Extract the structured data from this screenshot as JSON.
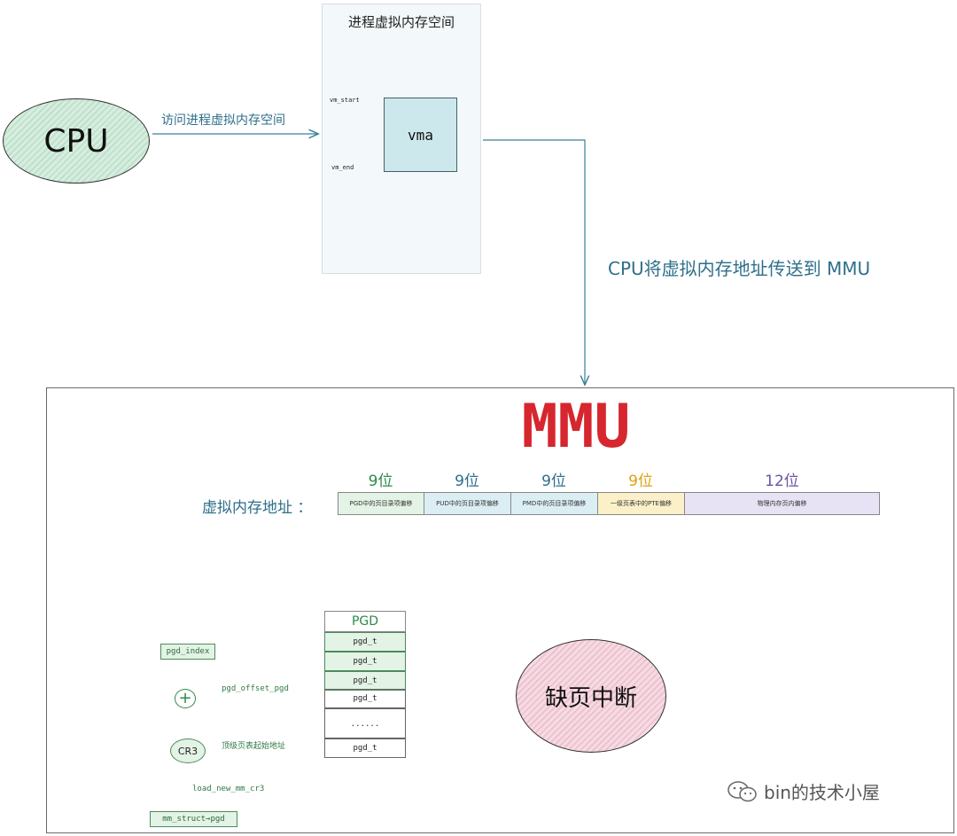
{
  "cpu": {
    "label": "CPU"
  },
  "access_label": "访问进程虚拟内存空间",
  "virtual_space": {
    "title": "进程虚拟内存空间",
    "vm_start": "vm_start",
    "vm_end": "vm_end",
    "vma": "vma"
  },
  "send_label": "CPU将虚拟内存地址传送到 MMU",
  "mmu": {
    "title": "MMU",
    "vaddr_label": "虚拟内存地址 ：",
    "segments": [
      {
        "bits": "9位",
        "text": "PGD中的页目录项偏移",
        "bits_color": "#2a8a4a",
        "bg": "#e3f3e6"
      },
      {
        "bits": "9位",
        "text": "PUD中的页目录项偏移",
        "bits_color": "#2e6f8a",
        "bg": "#dbeef4"
      },
      {
        "bits": "9位",
        "text": "PMD中的页目录项偏移",
        "bits_color": "#2e6f8a",
        "bg": "#dbeef4"
      },
      {
        "bits": "9位",
        "text": "一级页表中的PTE偏移",
        "bits_color": "#e0a010",
        "bg": "#fbf0c8"
      },
      {
        "bits": "12位",
        "text": "物理内存页内偏移",
        "bits_color": "#6a52a8",
        "bg": "#e7e2f4"
      }
    ],
    "pgd": {
      "header": "PGD",
      "rows": [
        "pgd_t",
        "pgd_t",
        "pgd_t",
        "pgd_t",
        "......",
        "pgd_t"
      ]
    },
    "pgd_index": "pgd_index",
    "plus": "+",
    "pgd_offset": "pgd_offset_pgd",
    "cr3": "CR3",
    "cr3_label": "顶级页表起始地址",
    "load_label": "load_new_mm_cr3",
    "mm_struct": "mm_struct→pgd",
    "fault": "缺页中断"
  },
  "watermark": "bin的技术小屋"
}
